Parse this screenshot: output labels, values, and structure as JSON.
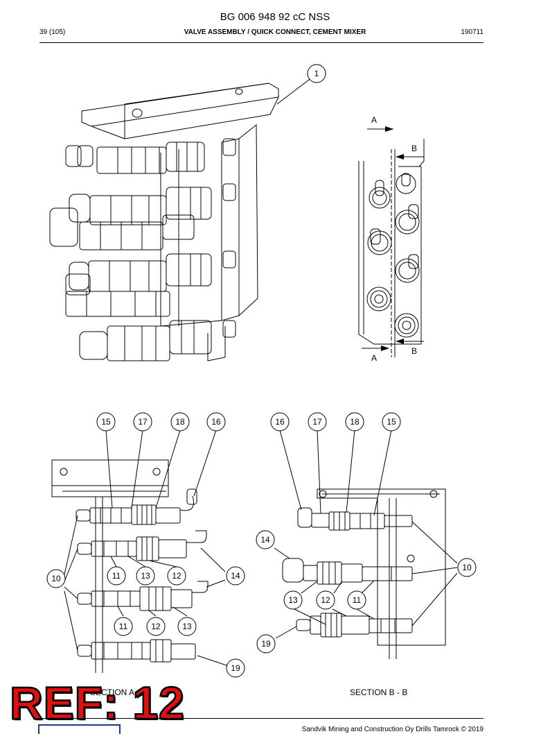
{
  "header": {
    "doc_title": "BG 006 948 92 cC NSS",
    "page": "39 (105)",
    "title": "VALVE ASSEMBLY / QUICK CONNECT, CEMENT MIXER",
    "date": "190711"
  },
  "callouts": {
    "top": [
      "1"
    ],
    "section_a": [
      "15",
      "17",
      "18",
      "16",
      "10",
      "11",
      "13",
      "12",
      "14",
      "11",
      "12",
      "13",
      "19"
    ],
    "section_b": [
      "16",
      "17",
      "18",
      "15",
      "14",
      "10",
      "13",
      "12",
      "11",
      "19"
    ]
  },
  "view_marks": {
    "a_top": "A",
    "b_top": "B",
    "a_bottom": "A",
    "b_bottom": "B"
  },
  "sections": {
    "a_label": "SECTION A - A",
    "b_label": "SECTION B - B"
  },
  "ref_label": "REF: 12",
  "footer": {
    "copyright": "Sandvik Mining and Construction Oy Drills Tamrock © 2019"
  },
  "colors": {
    "ref": "#e01010",
    "line": "#000000"
  }
}
